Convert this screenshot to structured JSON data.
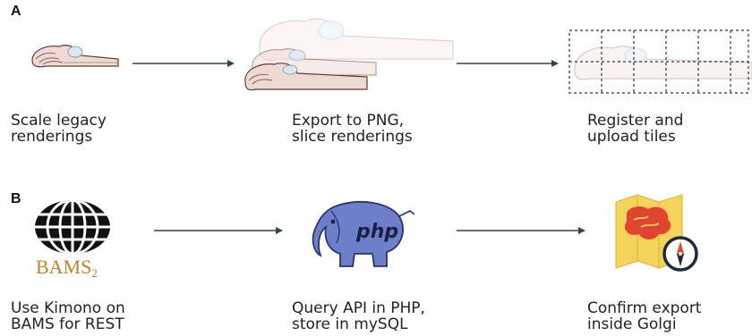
{
  "panels": [
    {
      "letter": "A",
      "steps": [
        {
          "line1": "Scale legacy",
          "line2": "renderings",
          "icon": "brain-rendering-icon"
        },
        {
          "line1": "Export to PNG,",
          "line2": "slice renderings",
          "icon": "stacked-renderings-icon"
        },
        {
          "line1": "Register and",
          "line2": "upload tiles",
          "icon": "tiled-grid-icon"
        }
      ]
    },
    {
      "letter": "B",
      "steps": [
        {
          "line1": "Use Kimono on",
          "line2": "BAMS for REST",
          "icon": "bams-globe-logo"
        },
        {
          "line1": "Query API in PHP,",
          "line2": "store in mySQL",
          "icon": "php-elephant-logo"
        },
        {
          "line1": "Confirm export",
          "line2": "inside Golgi",
          "icon": "golgi-map-compass-icon"
        }
      ]
    }
  ],
  "logos": {
    "bams_text": "BAMS",
    "bams_sub": "2",
    "php_text": "php"
  },
  "colors": {
    "arrow": "#2f4553",
    "brain_fill": "#f0d9d2",
    "brain_stroke": "#5a4038",
    "php_blue": "#6c7fc8",
    "map_yellow": "#f4d35a",
    "map_red": "#e2452f"
  }
}
